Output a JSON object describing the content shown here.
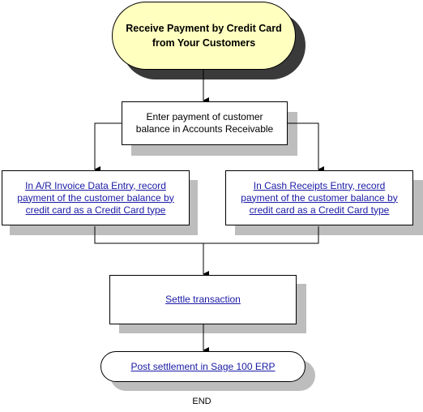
{
  "start": {
    "line1": "Receive Payment by Credit Card",
    "line2": "from Your Customers"
  },
  "enter_payment": {
    "line1": "Enter payment of customer",
    "line2": "balance in Accounts Receivable"
  },
  "ar_invoice": {
    "line1": "In A/R Invoice Data Entry, record",
    "line2": "payment of the customer balance by",
    "line3": "credit card as a Credit Card type"
  },
  "cash_receipts": {
    "line1": "In Cash Receipts Entry, record",
    "line2": "payment of the customer balance by",
    "line3": "credit card as a Credit Card type"
  },
  "settle": {
    "label": "Settle transaction"
  },
  "post": {
    "label": "Post settlement in Sage 100 ERP"
  },
  "end": {
    "label": "END"
  },
  "colors": {
    "start_fill": "#ffffc0",
    "link": "#1a1aa6",
    "shadow": "#bdbdbd"
  }
}
